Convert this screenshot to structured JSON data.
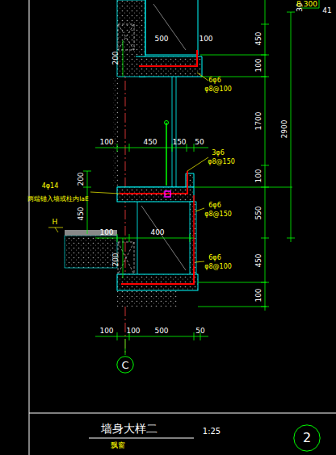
{
  "diagram": {
    "title": "墙身大样二",
    "caption": "飘窗",
    "nodes": [
      {
        "text": [
          "C"
        ]
      },
      {
        "text": [
          "2"
        ]
      }
    ],
    "labels": [
      "30",
      "8.300",
      "41",
      "450",
      "100",
      "1700",
      "2900",
      "100",
      "550",
      "450",
      "100",
      "500",
      "100",
      "200",
      "6φ6",
      "φ8@100",
      "100",
      "450",
      "150",
      "50",
      "3φ6",
      "φ8@150",
      "200",
      "4φ14",
      "两端锚入墙或柱内laE",
      "6φ6",
      "φ8@150",
      "450",
      "H",
      "100",
      "400",
      "6φ6",
      "φ8@100",
      "200",
      "100",
      "100",
      "500",
      "50",
      "1:25"
    ]
  }
}
